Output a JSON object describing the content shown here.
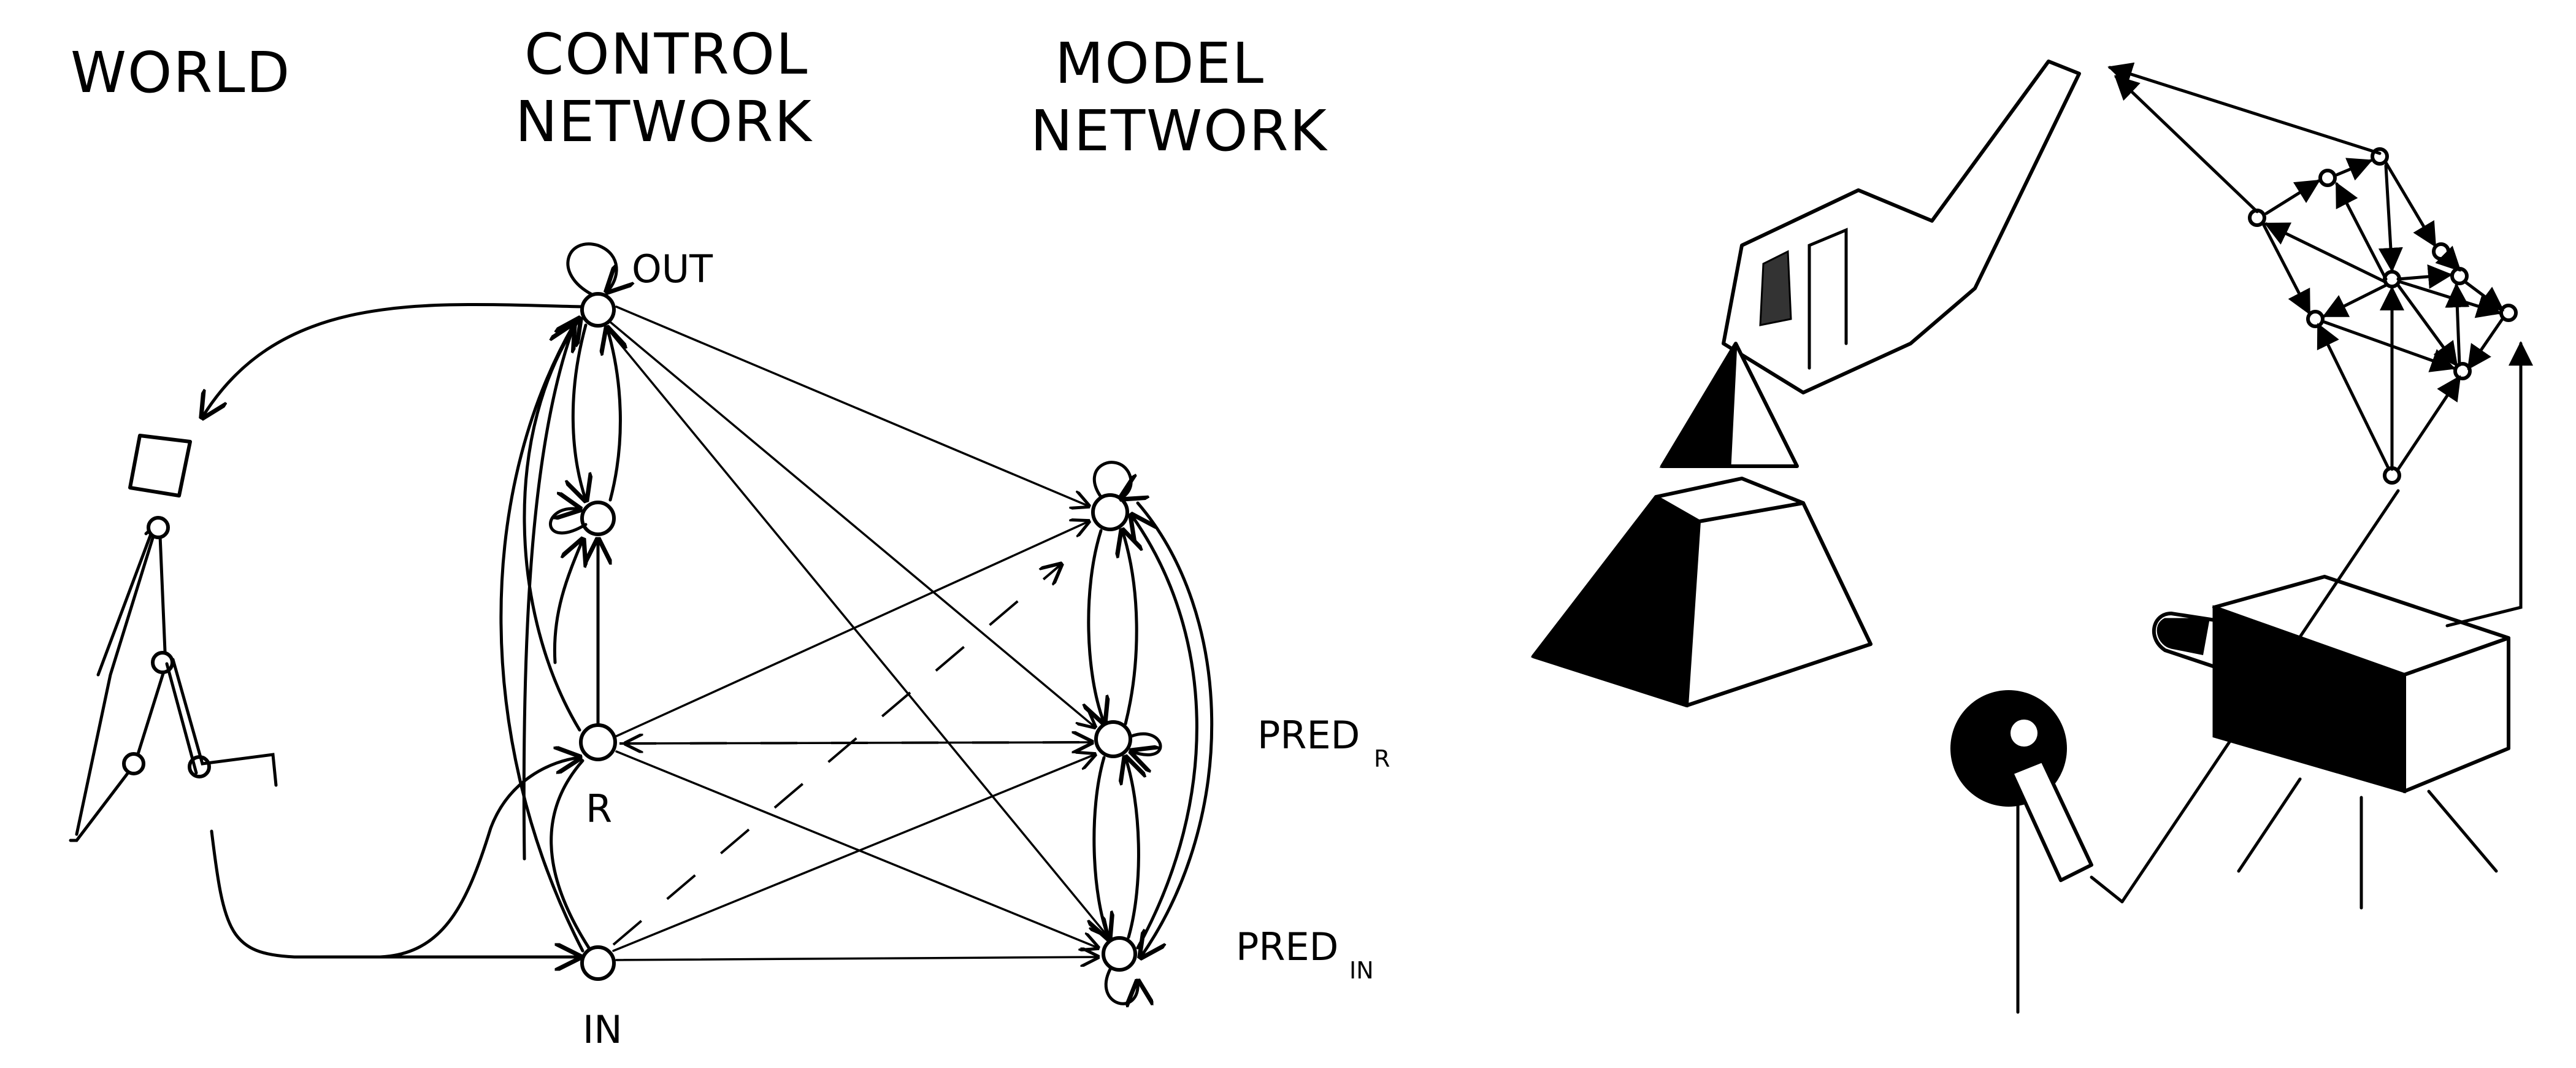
{
  "left_diagram": {
    "world_label": "WORLD",
    "control_label_line1": "CONTROL",
    "control_label_line2": "NETWORK",
    "model_label_line1": "MODEL",
    "model_label_line2": "NETWORK",
    "control_nodes": {
      "out": "OUT",
      "r": "R",
      "in": "IN"
    },
    "model_nodes": {
      "pred_r_main": "PRED",
      "pred_r_sub": "R",
      "pred_in_main": "PRED",
      "pred_in_sub": "IN"
    }
  },
  "right_diagram": {}
}
